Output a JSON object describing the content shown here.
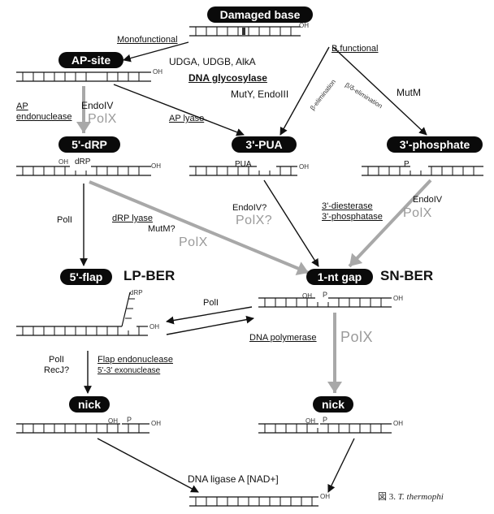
{
  "nodes": {
    "damaged_base": "Damaged base",
    "ap_site": "AP-site",
    "drp_5": "5'-dRP",
    "pua_3": "3'-PUA",
    "phosphate_3": "3'-phosphate",
    "flap_5": "5'-flap",
    "gap_1nt": "1-nt gap",
    "nick_left": "nick",
    "nick_right": "nick"
  },
  "headings": {
    "lp_ber": "LP-BER",
    "sn_ber": "SN-BER"
  },
  "labels": {
    "monofunctional": "Monofunctional",
    "bifunctional": "B.functional",
    "udg_list": "UDGA, UDGB, AlkA",
    "dna_glycosylase": "DNA glycosylase",
    "muty_endoiii": "MutY, EndoIII",
    "beta_elim": "β-elimination",
    "betadelta_elim": "β/δ-elimination",
    "mutm": "MutM",
    "ap_endonuclease_1": "AP",
    "ap_endonuclease_2": "endonuclease",
    "endoiv_1": "EndoIV",
    "polx_1": "PolX",
    "ap_lyase": "AP lyase",
    "poli_1": "PolI",
    "drp_lyase": "dRP lyase",
    "mutm_q": "MutM?",
    "polx_2": "PolX",
    "endoiv_q": "EndoIV?",
    "polx_q": "PolX?",
    "diesterase": "3'-diesterase",
    "phosphatase": "3'-phosphatase",
    "endoiv_2": "EndoIV",
    "polx_3": "PolX",
    "poli_2": "PolI",
    "dna_polymerase": "DNA polymerase",
    "polx_4": "PolX",
    "poli_3": "PolI",
    "recj": "RecJ?",
    "flap_endo": "Flap endonuclease",
    "exo": "5'-3' exonuclease",
    "ligase": "DNA ligase A [NAD+]"
  },
  "strand_tags": {
    "oh": "OH",
    "drp": "dRP",
    "pua": "PUA",
    "p": "P"
  },
  "caption": {
    "prefix": "図 3.",
    "italic": "T. thermophi"
  },
  "colors": {
    "pill_bg": "#0a0a0a",
    "pill_text": "#ffffff",
    "gray_arrow": "#a8a8a8",
    "line": "#111111"
  }
}
